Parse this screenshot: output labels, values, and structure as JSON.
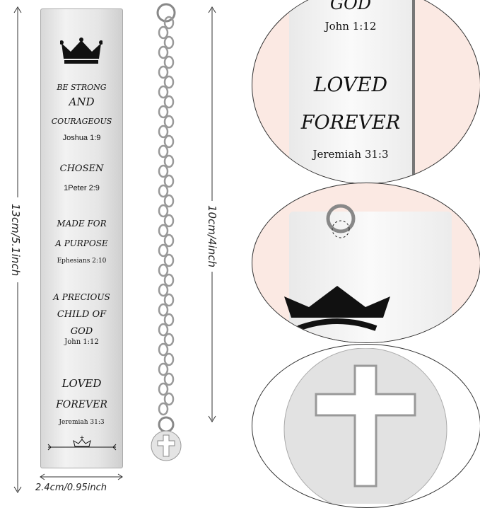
{
  "dimensions": {
    "height_bookmark": "13cm/5.1inch",
    "height_chain": "10cm/4inch",
    "width_bookmark": "2.4cm/0.95inch"
  },
  "bookmark": {
    "lines": [
      "BE STRONG",
      "AND",
      "COURAGEOUS",
      "Joshua 1:9",
      "CHOSEN",
      "1Peter 2:9",
      "MADE FOR",
      "A PURPOSE",
      "Ephesians 2:10",
      "A PRECIOUS",
      "CHILD OF",
      "GOD",
      "John 1:12",
      "LOVED",
      "FOREVER",
      "Jeremiah 31:3"
    ]
  },
  "detail_top": {
    "lines": [
      "GOD",
      "John 1:12",
      "LOVED",
      "FOREVER",
      "Jeremiah 31:3"
    ]
  },
  "colors": {
    "metal": "#e8e8e8",
    "background_tint": "#fbe9e3",
    "engraving": "#111111"
  }
}
